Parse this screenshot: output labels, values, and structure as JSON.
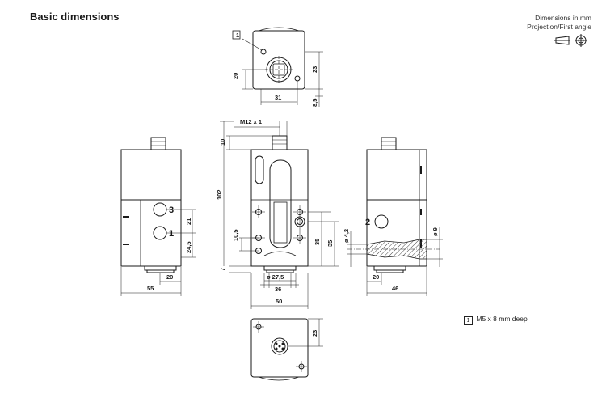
{
  "title": "Basic dimensions",
  "units_line1": "Dimensions in mm",
  "units_line2": "Projection/First angle",
  "icons": {
    "projection": "first-angle-projection-icon"
  },
  "note": {
    "marker": "1",
    "text": "M5 x 8 mm deep"
  },
  "callout_marker": "1",
  "top_view": {
    "dims": {
      "d20": "20",
      "d23": "23",
      "d31": "31",
      "d85": "8,5"
    }
  },
  "left_view": {
    "dims": {
      "d21": "21",
      "d245": "24,5",
      "d20": "20",
      "d55": "55"
    },
    "ports": {
      "p3": "3",
      "p1": "1"
    }
  },
  "front_view": {
    "dims": {
      "thread": "M12 x 1",
      "d10": "10",
      "d102": "102",
      "d105": "10,5",
      "d7": "7",
      "d275": "ø 27,5",
      "d36": "36",
      "d50": "50",
      "d35a": "35",
      "d35b": "35"
    }
  },
  "right_view": {
    "dims": {
      "d42": "ø 4,2",
      "d9": "ø 9",
      "d20": "20",
      "d46": "46"
    },
    "ports": {
      "p2": "2"
    }
  },
  "bottom_view": {
    "dims": {
      "d23": "23"
    }
  }
}
